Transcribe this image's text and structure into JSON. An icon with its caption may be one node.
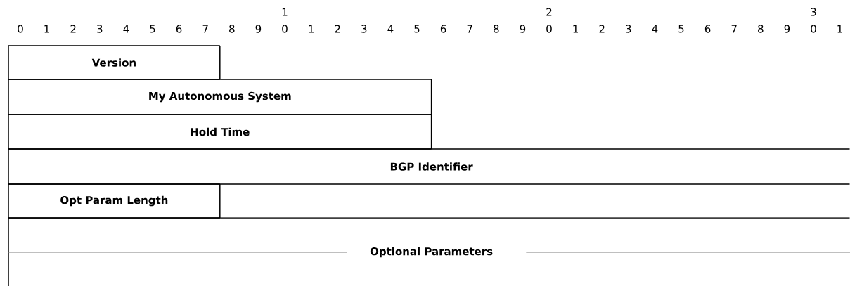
{
  "diagram": {
    "nodes": [
      {
        "text": [
          "Version"
        ]
      },
      {
        "text": [
          "My Autonomous System"
        ]
      },
      {
        "text": [
          "Hold Time"
        ]
      },
      {
        "text": [
          "BGP Identifier"
        ]
      },
      {
        "text": [
          "Opt Param Length"
        ]
      },
      {
        "text": [
          "Optional Parameters"
        ]
      }
    ],
    "labels": [
      "1",
      "2",
      "3",
      "0",
      "1",
      "2",
      "3",
      "4",
      "5",
      "6",
      "7",
      "8",
      "9",
      "0",
      "1",
      "2",
      "3",
      "4",
      "5",
      "6",
      "7",
      "8",
      "9",
      "0",
      "1",
      "2",
      "3",
      "4",
      "5",
      "6",
      "7",
      "8",
      "9",
      "0",
      "1"
    ]
  }
}
